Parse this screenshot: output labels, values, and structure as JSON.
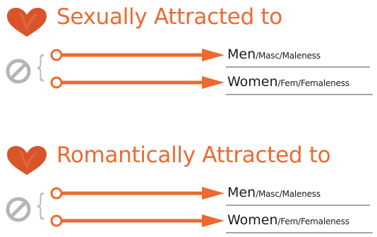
{
  "colors": {
    "accent": "#ec6a2e",
    "heart": "#d9542b",
    "icon_gray": "#b5b5b5",
    "line_gray": "#a6a6a6"
  },
  "sections": [
    {
      "title": "Sexually Attracted to",
      "icon": "heart-icon",
      "none_icon": "prohibited-icon",
      "options": [
        {
          "main": "Men",
          "sub": "/Masc/Maleness"
        },
        {
          "main": "Women",
          "sub": "/Fem/Femaleness"
        }
      ]
    },
    {
      "title": "Romantically Attracted to",
      "icon": "heart-icon",
      "none_icon": "prohibited-icon",
      "options": [
        {
          "main": "Men",
          "sub": "/Masc/Maleness"
        },
        {
          "main": "Women",
          "sub": "/Fem/Femaleness"
        }
      ]
    }
  ]
}
